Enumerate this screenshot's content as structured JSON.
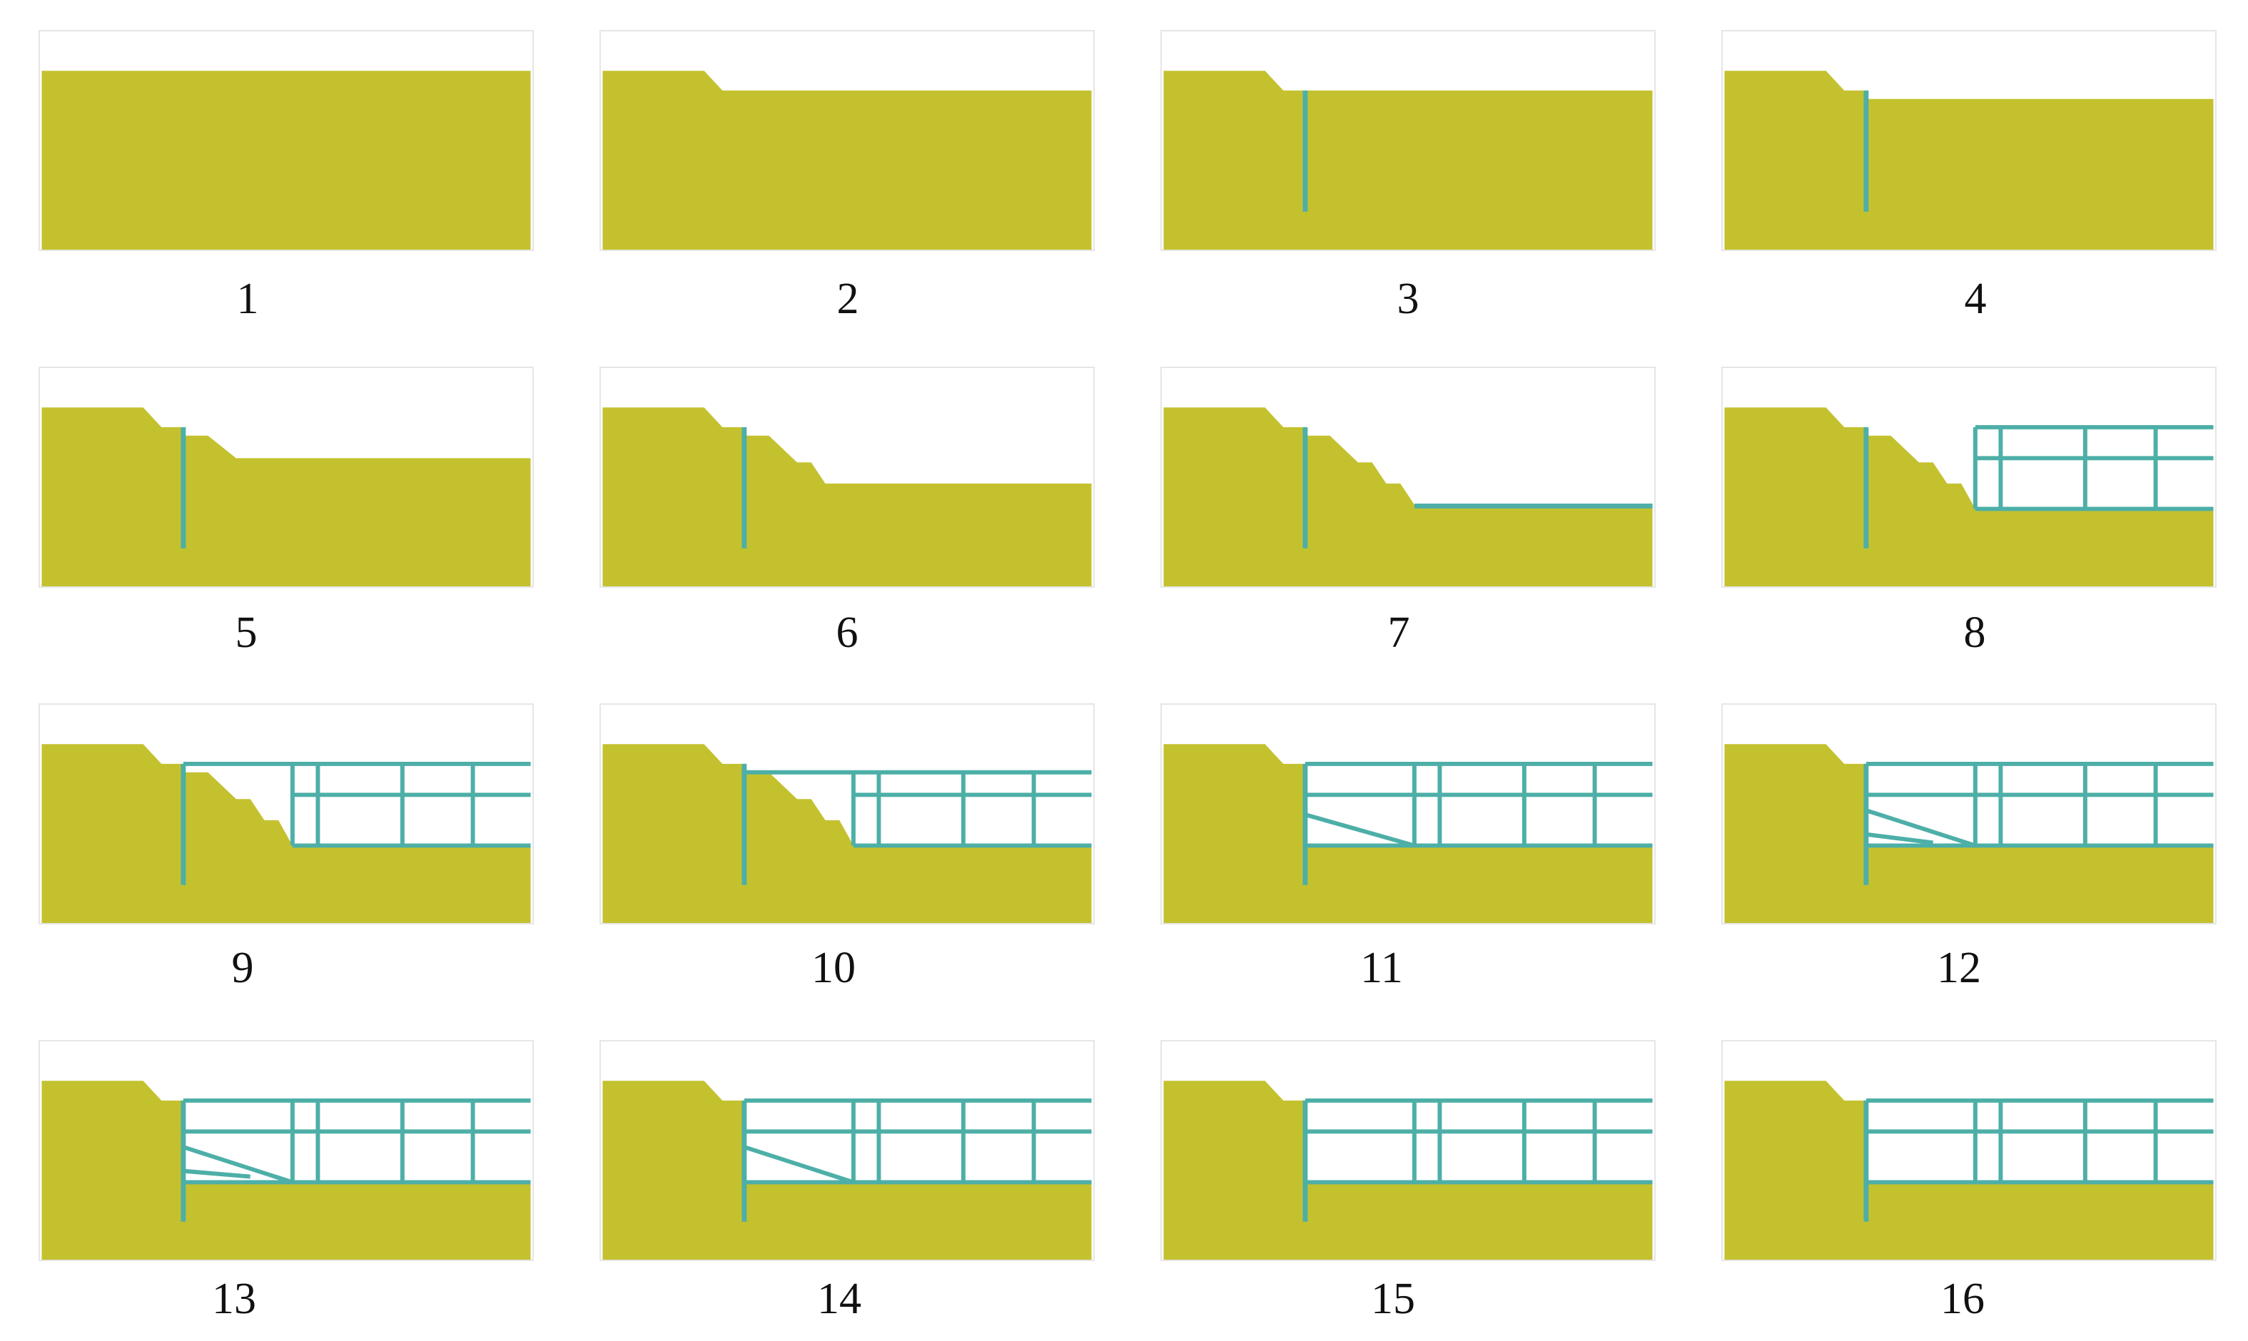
{
  "colors": {
    "soil": "#c4c12f",
    "structure": "#4dafa7",
    "background": "#ffffff",
    "panel_border": "#e6e6e6"
  },
  "stages": [
    {
      "label": "1"
    },
    {
      "label": "2"
    },
    {
      "label": "3"
    },
    {
      "label": "4"
    },
    {
      "label": "5"
    },
    {
      "label": "6"
    },
    {
      "label": "7"
    },
    {
      "label": "8"
    },
    {
      "label": "9"
    },
    {
      "label": "10"
    },
    {
      "label": "11"
    },
    {
      "label": "12"
    },
    {
      "label": "13"
    },
    {
      "label": "14"
    },
    {
      "label": "15"
    },
    {
      "label": "16"
    }
  ]
}
